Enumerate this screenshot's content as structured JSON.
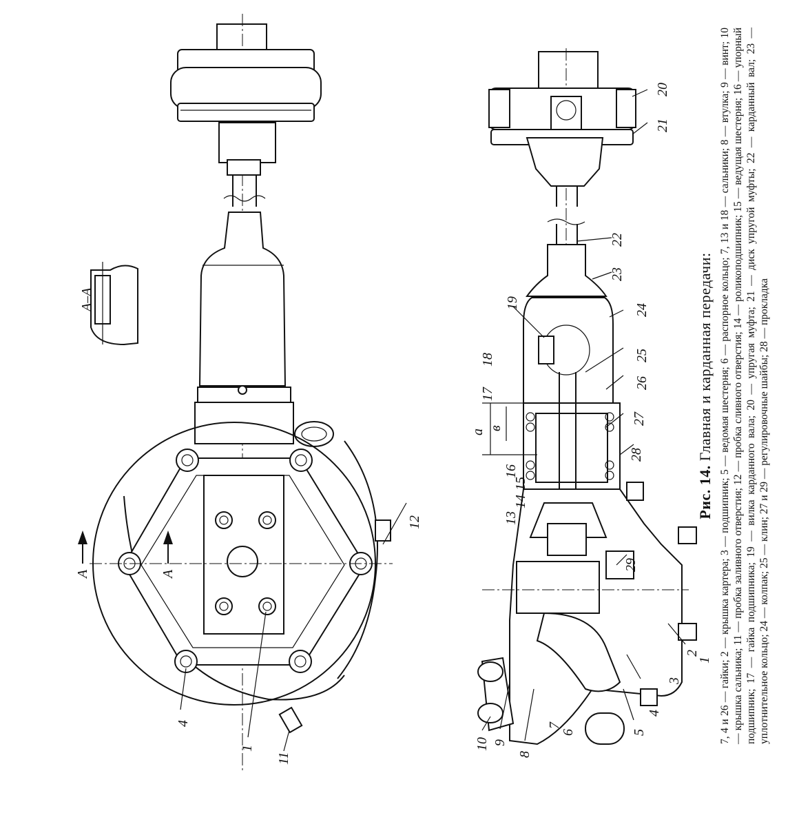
{
  "section_label": "А–А",
  "section_marker": "А",
  "callouts_left": [
    "4",
    "1",
    "11",
    "12"
  ],
  "callouts_right": [
    "10",
    "9",
    "8",
    "6",
    "7",
    "5",
    "4",
    "3",
    "2",
    "1",
    "29",
    "13",
    "14",
    "15",
    "16",
    "28",
    "27",
    "17",
    "18",
    "26",
    "25",
    "19",
    "24",
    "23",
    "22",
    "21",
    "20"
  ],
  "dimension_labels": [
    "а",
    "в"
  ],
  "caption": {
    "figure_label": "Рис. 14.",
    "title": "Главная и карданная передачи:",
    "legend": "7, 4 и 26 — гайки; 2 — крышка картера; 3 — подшипник; 5 — ведомая шестерня; 6 — распорное кольцо; 7, 13 и 18 — сальники; 8 — втулка; 9 — винт; 10 — крышка сальника; 11 — пробка заливного отверстия; 12 — пробка сливного отверстия; 14 — роликоподшипник; 15 — ведущая шестерня; 16 — упорный подшипник; 17 — гайка подшипника; 19 — вилка карданного вала; 20 — упругая муфта; 21 — диск упругой муфты; 22 — карданный вал; 23 — уплотнительное кольцо; 24 — колпак; 25 — клин; 27 и 29 — регулировочные шайбы; 28 — прокладка"
  }
}
